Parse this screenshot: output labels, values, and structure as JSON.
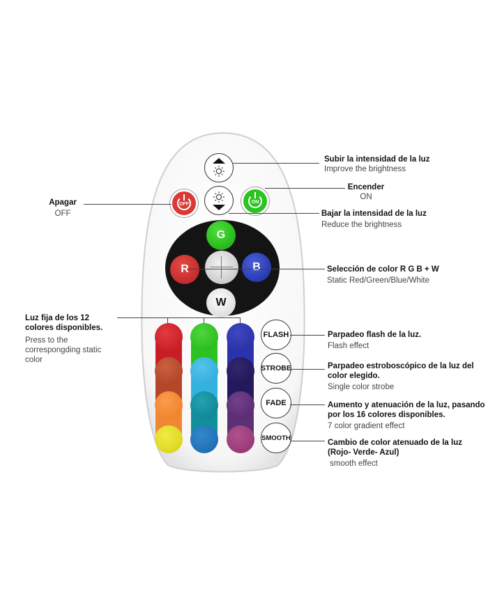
{
  "remote": {
    "off_button": "OFF",
    "on_button": "ON",
    "g_button": "G",
    "r_button": "R",
    "b_button": "B",
    "w_button": "W",
    "flash_button": "FLASH",
    "strobe_button": "STROBE",
    "fade_button": "FADE",
    "smooth_button": "SMOOTH",
    "colors": {
      "red": "#d12e33",
      "green": "#2ec11e",
      "blue": "#2638b6",
      "white": "#f0f0f0",
      "body": "#ffffff",
      "pad": "#141414",
      "color_buttons": [
        [
          "#d21e28",
          "#30c521",
          "#2a33ad"
        ],
        [
          "#b84a2b",
          "#35b4e1",
          "#23185f"
        ],
        [
          "#f58b33",
          "#11909f",
          "#5d3177"
        ],
        [
          "#e3de24",
          "#1e76c0",
          "#9e3e7c"
        ]
      ]
    }
  },
  "annotations": {
    "brightness_up": {
      "title": "Subir la intensidad de la luz",
      "subtitle": "Improve the brightness"
    },
    "on": {
      "title": "Encender",
      "subtitle": "ON"
    },
    "off": {
      "title": "Apagar",
      "subtitle": "OFF"
    },
    "brightness_down": {
      "title": "Bajar la intensidad de la luz",
      "subtitle": "Reduce  the brightness"
    },
    "color_select": {
      "title": "Selección de color R G B + W",
      "subtitle": "Static Red/Green/Blue/White"
    },
    "fixed_colors": {
      "title": "Luz fija de los 12 colores disponibles.",
      "subtitle": "Press to the correspongding static color"
    },
    "flash": {
      "title": "Parpadeo flash de la luz.",
      "subtitle": "Flash effect"
    },
    "strobe": {
      "title": "Parpadeo estroboscópico de la luz del color elegido.",
      "subtitle": "Single color strobe"
    },
    "fade": {
      "title": "Aumento y atenuación de la luz, pasando por los 16 colores disponibles.",
      "subtitle": "7 color gradient effect"
    },
    "smooth": {
      "title": "Cambio de color atenuado de la luz (Rojo- Verde- Azul)",
      "subtitle": "smooth effect"
    }
  }
}
